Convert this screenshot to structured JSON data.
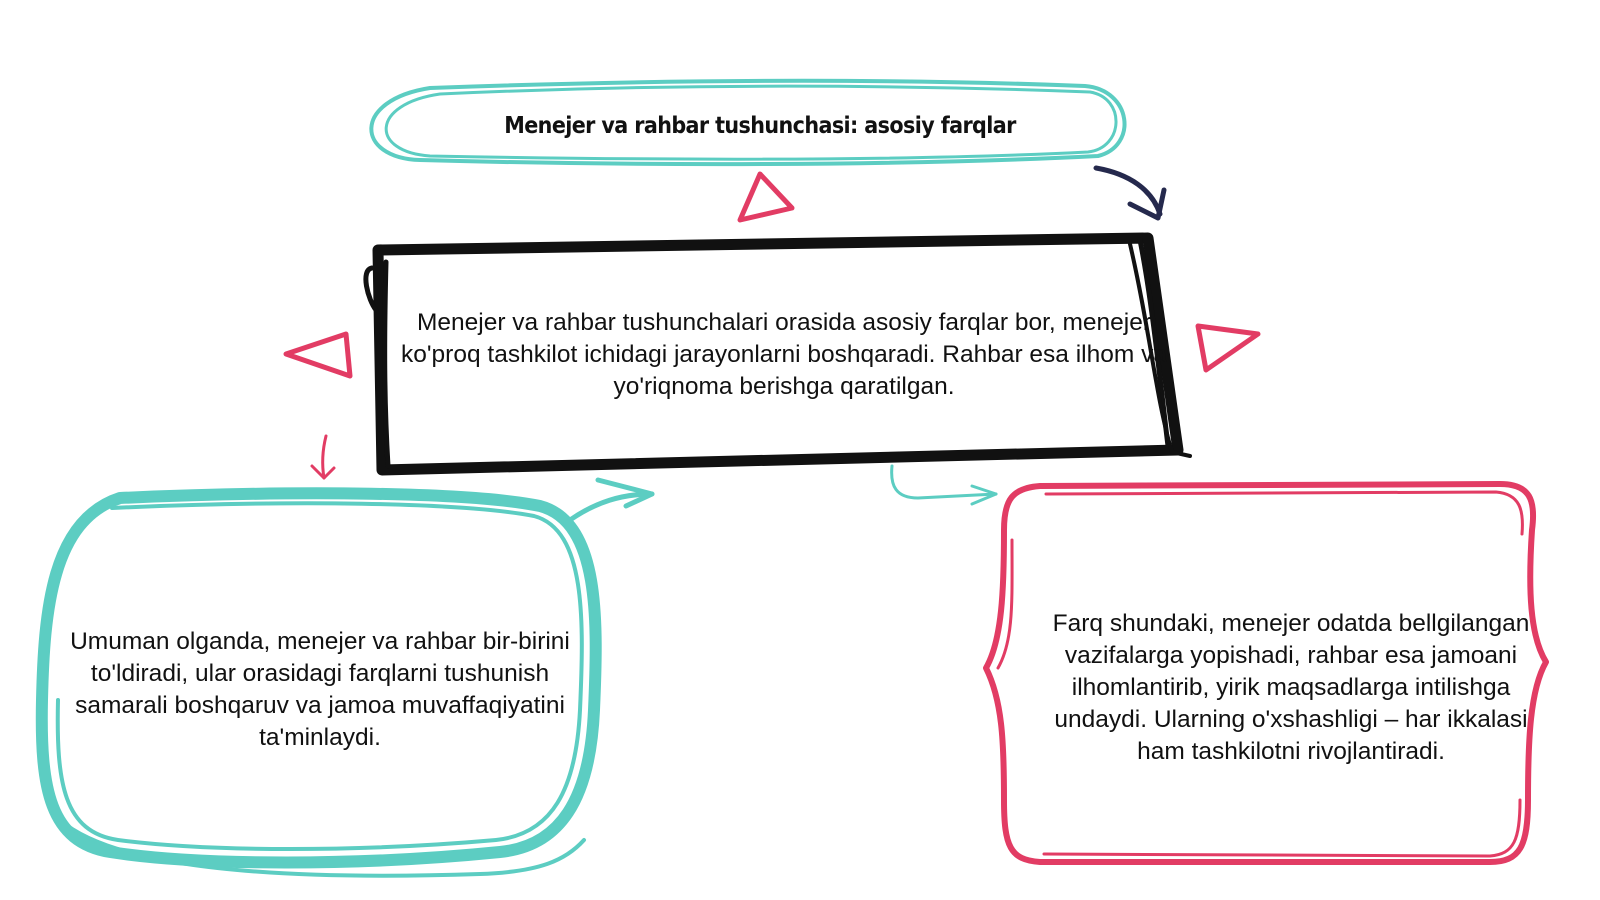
{
  "diagram": {
    "title": "Menejer va rahbar tushunchasi: asosiy farqlar",
    "center_node": "Menejer va rahbar tushunchalari orasida asosiy farqlar bor, menejer ko'proq tashkilot ichidagi jarayonlarni boshqaradi. Rahbar esa ilhom va yo'riqnoma berishga qaratilgan.",
    "left_node": "Umuman olganda, menejer va rahbar bir-birini to'ldiradi, ular orasidagi farqlarni tushunish samarali boshqaruv va jamoa muvaffaqiyatini ta'minlaydi.",
    "right_node": "Farq shundaki, menejer odatda bellgilangan vazifalarga yopishadi, rahbar esa jamoani ilhomlantirib, yirik maqsadlarga intilishga undaydi. Ularning o'xshashligi – har ikkalasi ham tashkilotni rivojlantiradi."
  },
  "colors": {
    "teal": "#5ccdc2",
    "pink": "#e23c64",
    "black": "#111111",
    "navy": "#25294d"
  }
}
